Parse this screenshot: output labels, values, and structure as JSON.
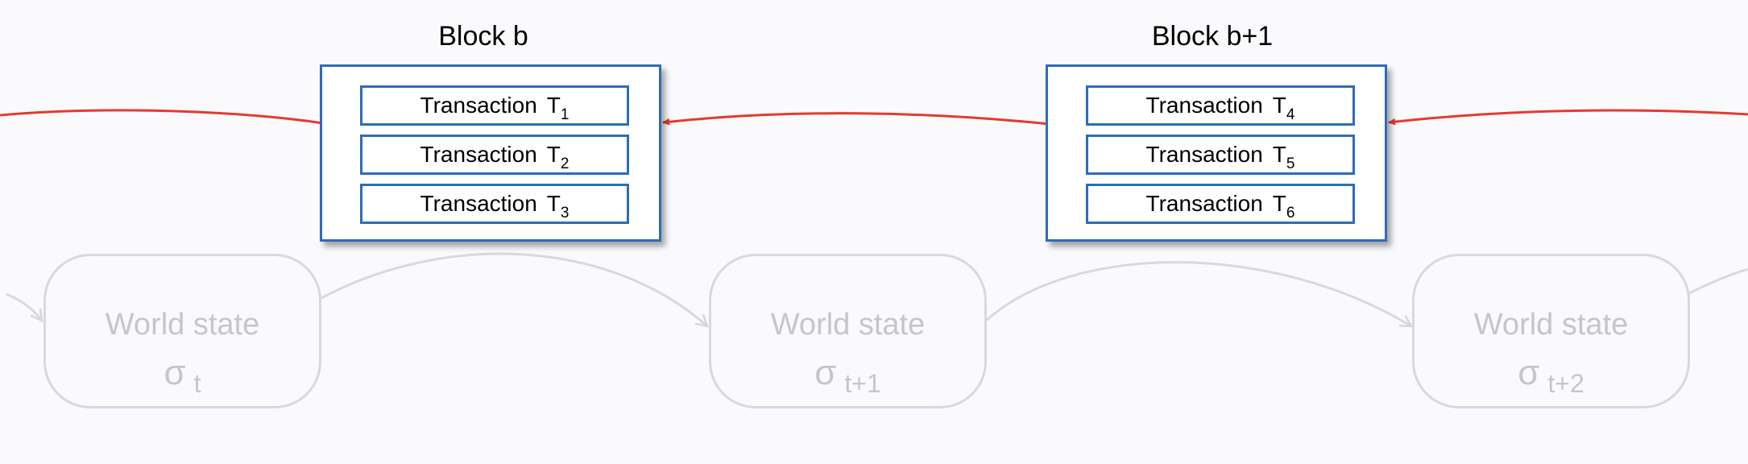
{
  "blocks": [
    {
      "title": "Block b",
      "transactions": [
        {
          "label": "Transaction",
          "symbol": "T",
          "sub": "1"
        },
        {
          "label": "Transaction",
          "symbol": "T",
          "sub": "2"
        },
        {
          "label": "Transaction",
          "symbol": "T",
          "sub": "3"
        }
      ]
    },
    {
      "title": "Block b+1",
      "transactions": [
        {
          "label": "Transaction",
          "symbol": "T",
          "sub": "4"
        },
        {
          "label": "Transaction",
          "symbol": "T",
          "sub": "5"
        },
        {
          "label": "Transaction",
          "symbol": "T",
          "sub": "6"
        }
      ]
    }
  ],
  "states": [
    {
      "label": "World state",
      "symbol": "σ",
      "sub": "t"
    },
    {
      "label": "World state",
      "symbol": "σ",
      "sub": "t+1"
    },
    {
      "label": "World state",
      "symbol": "σ",
      "sub": "t+2"
    }
  ],
  "colors": {
    "block_border": "#2e6db5",
    "chain_link": "#e53a2f",
    "state_faded": "#c6c6c9",
    "state_border": "#d9d9dc",
    "background": "#fafafd"
  }
}
